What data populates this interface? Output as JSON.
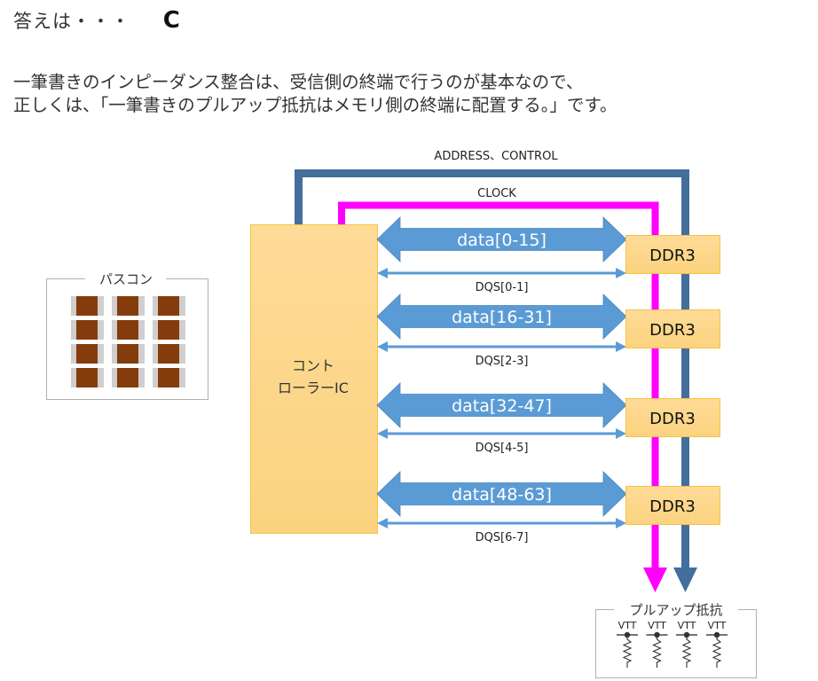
{
  "answer": {
    "lead": "答えは・・・",
    "letter": "C"
  },
  "explanation": {
    "lines": [
      "一筆書きのインピーダンス整合は、受信側の終端で行うのが基本なので、",
      "正しくは、「一筆書きのプルアップ抵抗はメモリ側の終端に配置する。」です。"
    ]
  },
  "diagram": {
    "colors": {
      "address_bus": "#446e9b",
      "clock": "#ff00ff",
      "data_bus": "#5b9bd5",
      "chip_fill_top": "#fedb97",
      "chip_fill_bottom": "#fbd37f",
      "chip_border": "#f5c242",
      "capacitor_body": "#843c0c",
      "capacitor_terminal": "#d0cece",
      "frame": "#b0b0b0"
    },
    "signals": {
      "address_label": "ADDRESS、CONTROL",
      "clock_label": "CLOCK"
    },
    "controller": {
      "lines": [
        "コント",
        "ローラーIC"
      ]
    },
    "channels": [
      {
        "data_label": "data[0-15]",
        "dqs_label": "DQS[0-1]",
        "memory_label": "DDR3"
      },
      {
        "data_label": "data[16-31]",
        "dqs_label": "DQS[2-3]",
        "memory_label": "DDR3"
      },
      {
        "data_label": "data[32-47]",
        "dqs_label": "DQS[4-5]",
        "memory_label": "DDR3"
      },
      {
        "data_label": "data[48-63]",
        "dqs_label": "DQS[6-7]",
        "memory_label": "DDR3"
      }
    ],
    "bypass_caps": {
      "title": "パスコン",
      "rows": 4,
      "cols": 3
    },
    "pullup": {
      "title": "プルアップ抵抗",
      "resistors": [
        {
          "label": "VTT"
        },
        {
          "label": "VTT"
        },
        {
          "label": "VTT"
        },
        {
          "label": "VTT"
        }
      ]
    }
  }
}
